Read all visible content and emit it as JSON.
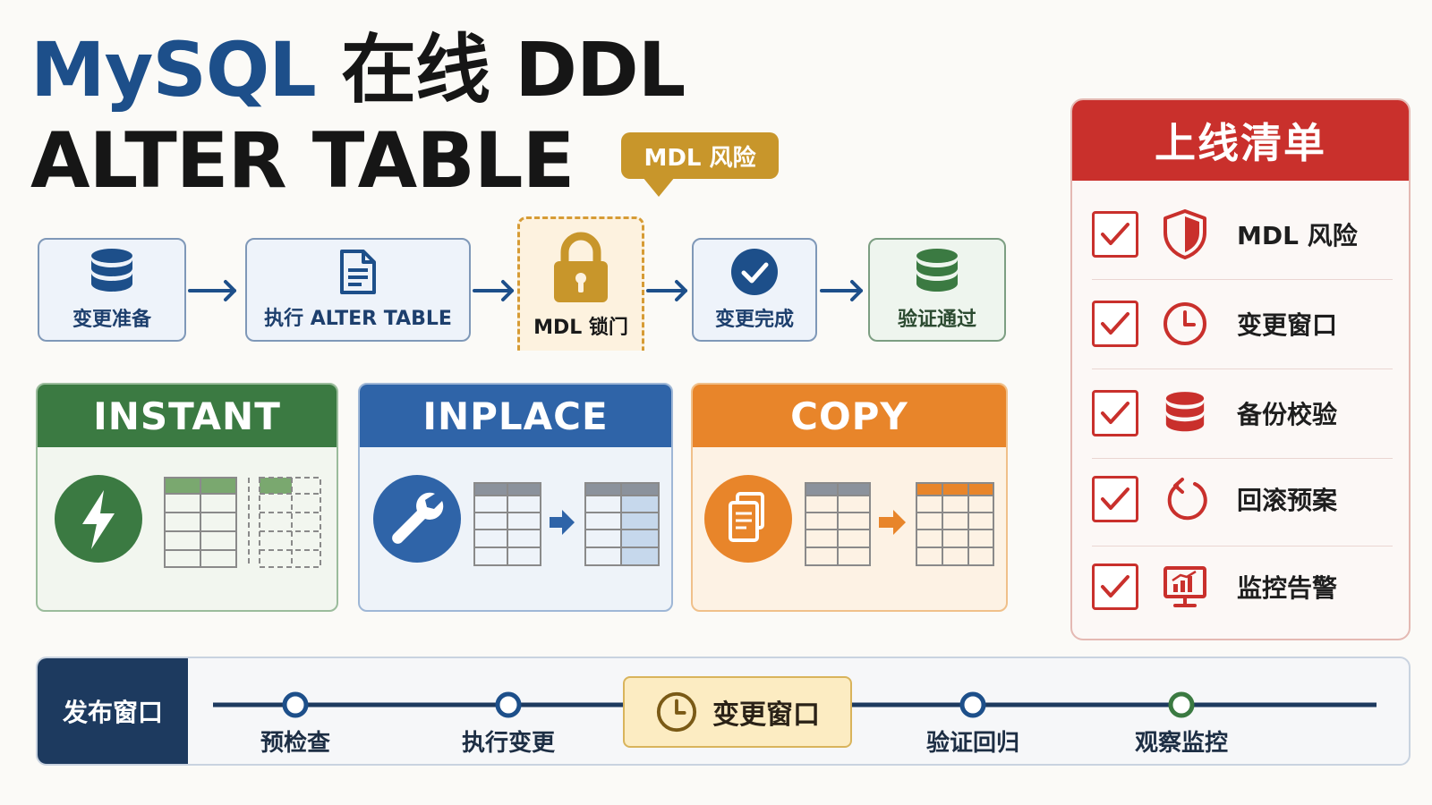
{
  "title": {
    "brand": "MySQL",
    "line1_rest": "在线 DDL",
    "line2": "ALTER TABLE",
    "callout": "MDL 风险"
  },
  "flow": {
    "steps": [
      {
        "label": "变更准备",
        "icon": "database-icon"
      },
      {
        "label": "执行 ALTER TABLE",
        "icon": "document-icon"
      },
      {
        "label": "MDL 锁门",
        "icon": "lock-icon"
      },
      {
        "label": "变更完成",
        "icon": "check-circle-icon"
      },
      {
        "label": "验证通过",
        "icon": "database-icon"
      }
    ]
  },
  "algorithms": [
    {
      "name": "INSTANT",
      "icon": "lightning-icon",
      "color": "#3b7a42"
    },
    {
      "name": "INPLACE",
      "icon": "wrench-icon",
      "color": "#2f64a8"
    },
    {
      "name": "COPY",
      "icon": "copy-icon",
      "color": "#e8852a"
    }
  ],
  "checklist": {
    "title": "上线清单",
    "items": [
      {
        "label": "MDL 风险",
        "icon": "shield-icon",
        "checked": true
      },
      {
        "label": "变更窗口",
        "icon": "clock-icon",
        "checked": true
      },
      {
        "label": "备份校验",
        "icon": "database-icon",
        "checked": true
      },
      {
        "label": "回滚预案",
        "icon": "undo-icon",
        "checked": true
      },
      {
        "label": "监控告警",
        "icon": "monitor-chart-icon",
        "checked": true
      }
    ]
  },
  "timeline": {
    "title": "发布窗口",
    "milestones": [
      "预检查",
      "执行变更",
      "验证回归",
      "观察监控"
    ],
    "window_label": "变更窗口"
  },
  "colors": {
    "navy": "#1d4f8a",
    "red": "#c9302c",
    "gold": "#c8962b",
    "green": "#3b7a42",
    "orange": "#e8852a"
  }
}
